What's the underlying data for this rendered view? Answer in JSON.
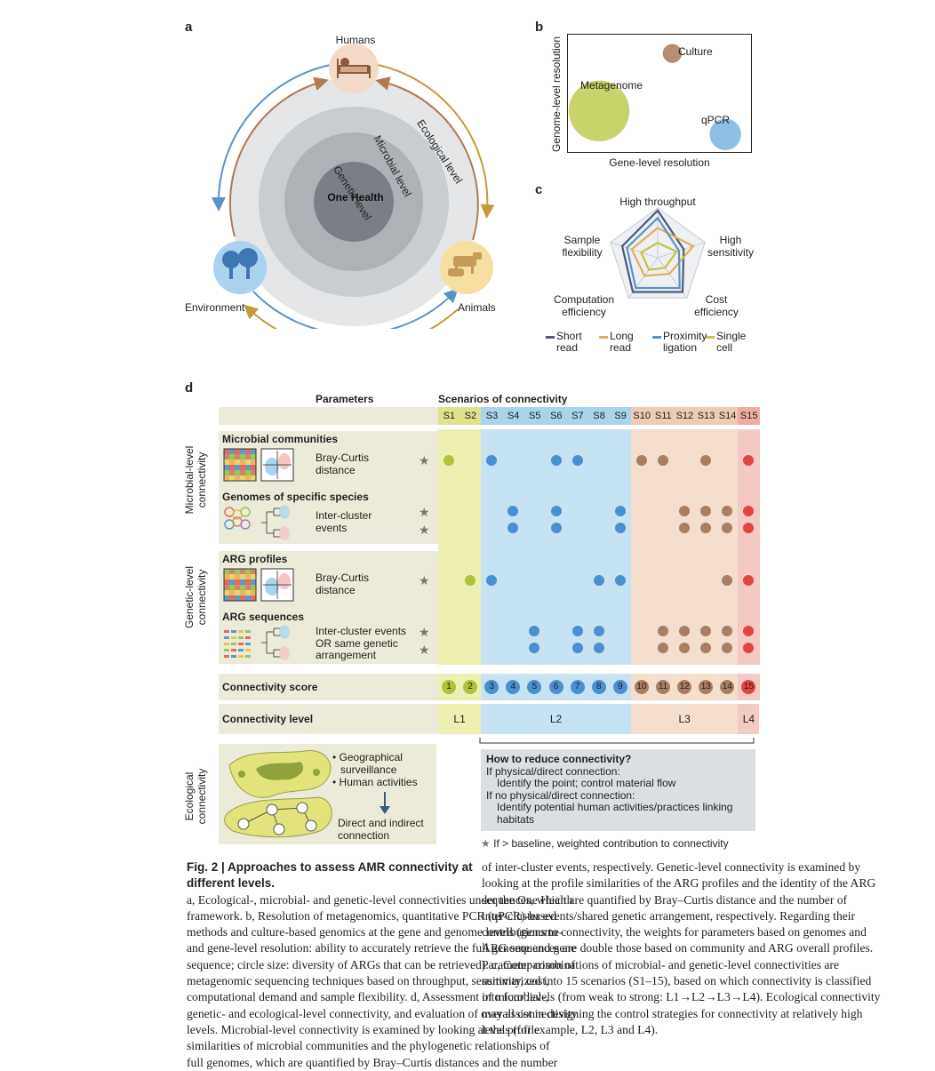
{
  "panel_a": {
    "letter": "a",
    "nodes": {
      "humans": "Humans",
      "environment": "Environment",
      "animals": "Animals"
    },
    "center": "One Health",
    "levels": {
      "genetic": "Genetic level",
      "microbial": "Microbial level",
      "ecological": "Ecological level"
    },
    "colors": {
      "outer": "#e4e6e8",
      "mid": "#c9ccd0",
      "inner": "#aeb2b7",
      "core": "#7a7f86",
      "humans_bg": "#f3d9c7",
      "env_bg": "#a9d3ee",
      "animals_bg": "#f6dfa0",
      "arrow_blue": "#5b93c7",
      "arrow_brown": "#b07a55",
      "arrow_gold": "#c59a3a"
    }
  },
  "panel_b": {
    "letter": "b",
    "y_label": "Genome-level resolution",
    "x_label": "Gene-level resolution",
    "items": [
      {
        "name": "Culture",
        "gene": 0.57,
        "genome": 0.84,
        "diversity": 1,
        "color": "#b48f72"
      },
      {
        "name": "Metagenome",
        "gene": 0.17,
        "genome": 0.35,
        "diversity": 6,
        "color": "#c9d36b"
      },
      {
        "name": "qPCR",
        "gene": 0.86,
        "genome": 0.15,
        "diversity": 2.5,
        "color": "#8ec0e6"
      }
    ]
  },
  "panel_c": {
    "letter": "c",
    "axes": [
      "High throughput",
      "High sensitivity",
      "Cost efficiency",
      "Computation efficiency",
      "Sample flexibility"
    ],
    "axis_labels": [
      [
        "High throughput"
      ],
      [
        "High",
        "sensitivity"
      ],
      [
        "Cost",
        "efficiency"
      ],
      [
        "Computation",
        "efficiency"
      ],
      [
        "Sample",
        "flexibility"
      ]
    ],
    "series": [
      {
        "name": [
          "Short",
          "read"
        ],
        "color": "#4d5a7a",
        "values": [
          0.95,
          0.55,
          0.85,
          0.85,
          0.75
        ]
      },
      {
        "name": [
          "Long",
          "read"
        ],
        "color": "#e0b05c",
        "values": [
          0.6,
          0.75,
          0.4,
          0.45,
          0.55
        ]
      },
      {
        "name": [
          "Proximity",
          "ligation"
        ],
        "color": "#5d93c4",
        "values": [
          0.8,
          0.45,
          0.75,
          0.75,
          0.65
        ]
      },
      {
        "name": [
          "Single",
          "cell"
        ],
        "color": "#c7c24c",
        "values": [
          0.3,
          0.4,
          0.25,
          0.3,
          0.35
        ]
      }
    ]
  },
  "panel_d": {
    "letter": "d",
    "header_parameters": "Parameters",
    "header_scenarios": "Scenarios of connectivity",
    "scenarios": [
      "S1",
      "S2",
      "S3",
      "S4",
      "S5",
      "S6",
      "S7",
      "S8",
      "S9",
      "S10",
      "S11",
      "S12",
      "S13",
      "S14",
      "S15"
    ],
    "group_colors": {
      "L1": "#eef0b2",
      "L2": "#c6e3f3",
      "L3": "#f4dfcf",
      "L4": "#f6cac4"
    },
    "header_colors": {
      "L1": "#dfe28a",
      "L2": "#a9d4ee",
      "L3": "#edccb3",
      "L4": "#f0aca1"
    },
    "dot_colors": {
      "L1": "#aec23a",
      "L2": "#4a90d0",
      "L3": "#a97f63",
      "L4": "#e0473f"
    },
    "star_color": "#777777",
    "row_groups": [
      {
        "side": [
          "Microbial-level",
          "connectivity"
        ]
      },
      {
        "side": [
          "Genetic-level",
          "connectivity"
        ]
      }
    ],
    "rows": [
      {
        "title": "Microbial communities",
        "metric": [
          "Bray-Curtis",
          "distance"
        ],
        "stars": 1,
        "dots": [
          [
            1
          ],
          [],
          [
            1
          ],
          [],
          [],
          [
            1
          ],
          [
            1
          ],
          [],
          [],
          [
            1
          ],
          [
            1
          ],
          [],
          [
            1
          ],
          [],
          [
            1
          ]
        ]
      },
      {
        "title": "Genomes of specific species",
        "metric": [
          "Inter-cluster",
          "events"
        ],
        "stars": 2,
        "dots": [
          [],
          [],
          [],
          [
            1,
            2
          ],
          [],
          [
            1,
            2
          ],
          [],
          [],
          [
            1,
            2
          ],
          [],
          [],
          [
            1,
            2
          ],
          [
            1,
            2
          ],
          [
            1,
            2
          ],
          [
            1,
            2
          ]
        ]
      },
      {
        "title": "ARG profiles",
        "metric": [
          "Bray-Curtis",
          "distance"
        ],
        "stars": 1,
        "dots": [
          [],
          [
            1
          ],
          [
            1
          ],
          [],
          [],
          [],
          [],
          [
            1
          ],
          [
            1
          ],
          [],
          [],
          [],
          [],
          [
            1
          ],
          [
            1
          ]
        ]
      },
      {
        "title": "ARG sequences",
        "metric": [
          "Inter-cluster events",
          "OR same genetic",
          "arrangement"
        ],
        "stars": 2,
        "dots": [
          [],
          [],
          [],
          [],
          [
            1,
            2
          ],
          [],
          [
            1,
            2
          ],
          [
            1,
            2
          ],
          [],
          [],
          [
            1,
            2
          ],
          [
            1,
            2
          ],
          [
            1,
            2
          ],
          [
            1,
            2
          ],
          [
            1,
            2
          ]
        ]
      }
    ],
    "score_label": "Connectivity score",
    "scores": [
      "1",
      "2",
      "3",
      "4",
      "5",
      "6",
      "7",
      "8",
      "9",
      "10",
      "11",
      "12",
      "13",
      "14",
      "15"
    ],
    "level_label": "Connectivity level",
    "levels": [
      {
        "name": "L1",
        "span": [
          1,
          2
        ]
      },
      {
        "name": "L2",
        "span": [
          3,
          9
        ]
      },
      {
        "name": "L3",
        "span": [
          10,
          14
        ]
      },
      {
        "name": "L4",
        "span": [
          15,
          15
        ]
      }
    ],
    "eco_side": [
      "Ecological",
      "connectivity"
    ],
    "eco_bullets": [
      "Geographical",
      "surveillance",
      "Human activities"
    ],
    "eco_result": [
      "Direct and indirect",
      "connection"
    ],
    "reduce": {
      "title": "How to reduce connectivity?",
      "lines": [
        "If physical/direct connection:",
        "Identify the point; control material flow",
        "If no physical/direct connection:",
        "Identify potential human activities/practices linking",
        "habitats"
      ]
    },
    "star_note": "If > baseline, weighted contribution to connectivity"
  },
  "caption": {
    "title": "Fig. 2 | Approaches to assess AMR connectivity at different levels.",
    "left_lines": [
      "a, Ecological-, microbial- and genetic-level connectivities under the One Health",
      "framework. b, Resolution of metagenomics, quantitative PCR (qPCR)-based",
      "methods and culture-based genomics at the gene and genome levels (genome-",
      "and gene-level resolution: ability to accurately retrieve the full genome and gene",
      "sequence; circle size: diversity of ARGs that can be retrieved). c, Comparison of",
      "metagenomic sequencing techniques based on throughput, sensitivity, cost,",
      "computational demand and sample flexibility. d, Assessment of microbial-,",
      "genetic- and ecological-level connectivity, and evaluation of overall connectivity",
      "levels. Microbial-level connectivity is examined by looking at the profile",
      "similarities of microbial communities and the phylogenetic relationships of",
      "full genomes, which are quantified by Bray–Curtis distances and the number"
    ],
    "right_lines": [
      "of inter-cluster events, respectively. Genetic-level connectivity is examined by",
      "looking at the profile similarities of the ARG profiles and the identity of the ARG",
      "sequences, which are quantified by Bray–Curtis distance and the number of",
      "inter-cluster events/shared genetic arrangement, respectively. Regarding their",
      "contributions to connectivity, the weights for parameters based on genomes and",
      "ARG sequences are double those based on community and ARG overall profiles.",
      "Parameter combinations of microbial- and genetic-level connectivities are",
      "summarized into 15 scenarios (S1–15), based on which connectivity is classified",
      "into four levels (from weak to strong: L1→L2→L3→L4). Ecological connectivity",
      "may assist in designing the control strategies for connectivity at relatively high",
      "levels (for example, L2, L3 and L4)."
    ]
  }
}
